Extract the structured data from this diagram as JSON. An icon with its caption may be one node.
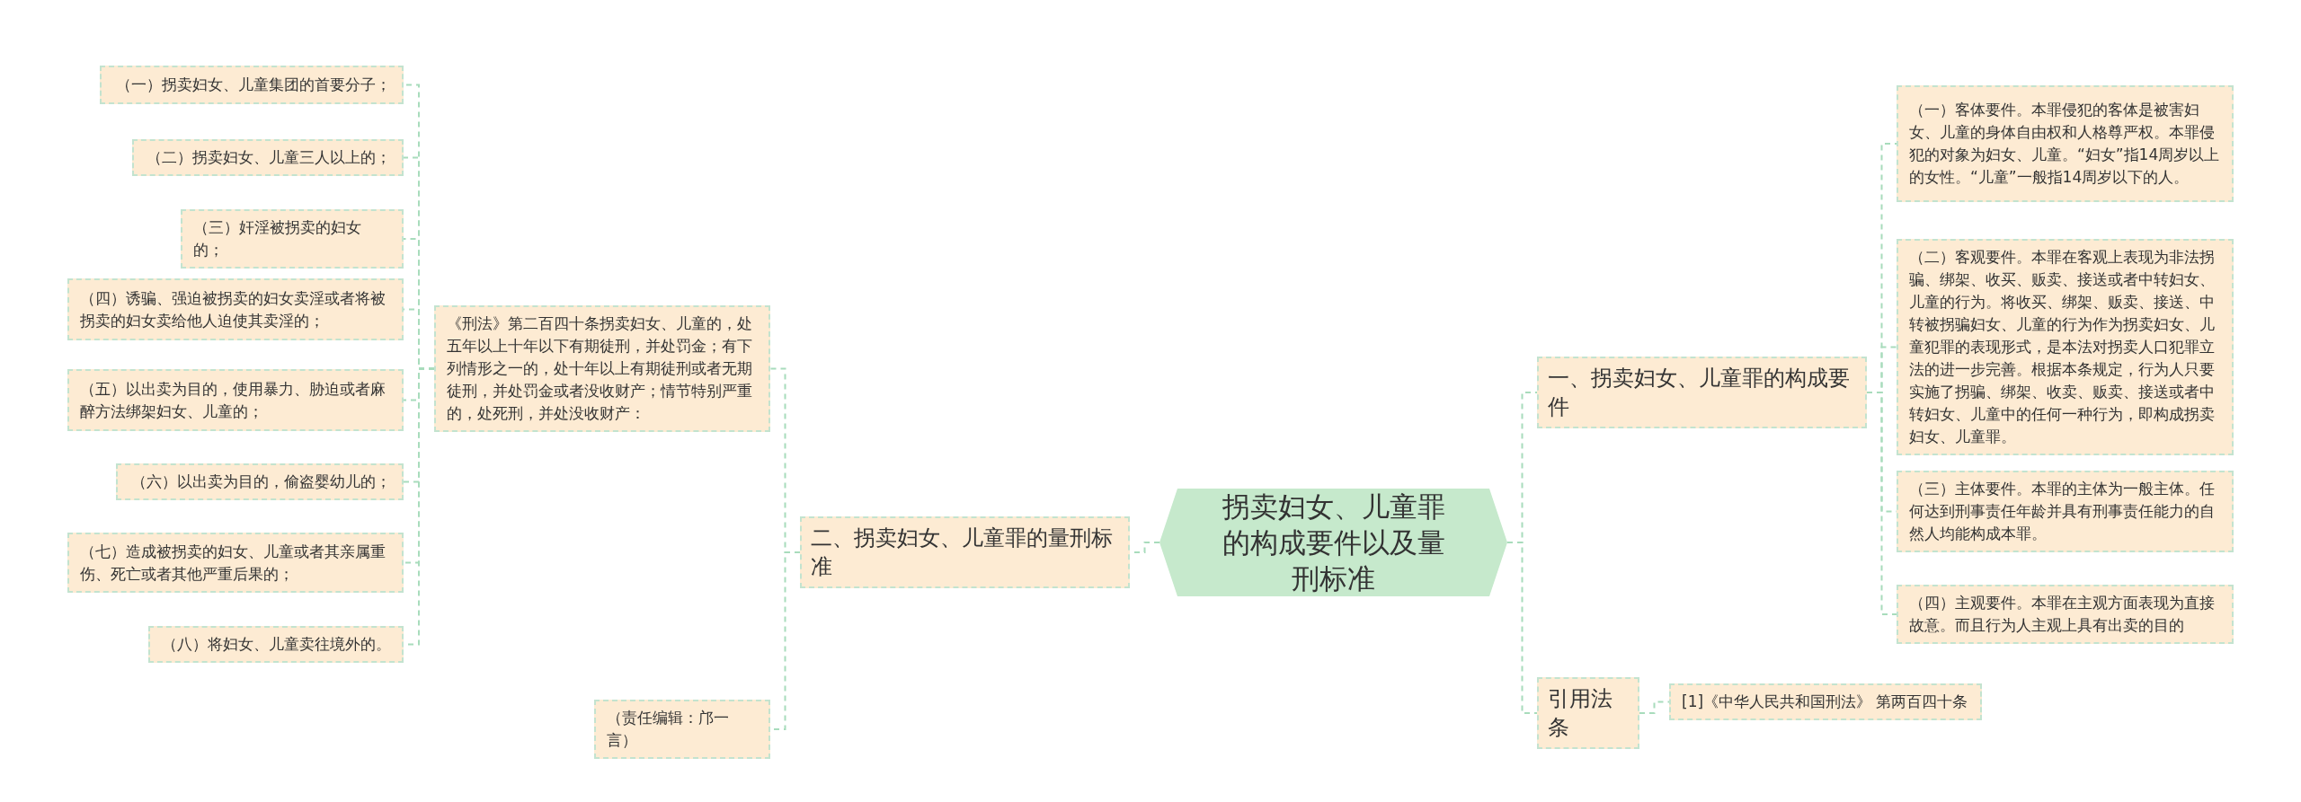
{
  "diagram": {
    "nodes": [
      {
        "text": [
          "拐卖妇女、儿童罪的构成要件以及量刑标准"
        ]
      },
      {
        "text": [
          "一、拐卖妇女、儿童罪的构成要件"
        ]
      },
      {
        "text": [
          "（一）客体要件。本罪侵犯的客体是被害妇女、儿童的身体自由权和人格尊严权。本罪侵犯的对象为妇女、儿童。“妇女”指14周岁以上的女性。“儿童”一般指14周岁以下的人。"
        ]
      },
      {
        "text": [
          "（二）客观要件。本罪在客观上表现为非法拐骗、绑架、收买、贩卖、接送或者中转妇女、儿童的行为。将收买、绑架、贩卖、接送、中转被拐骗妇女、儿童的行为作为拐卖妇女、儿童犯罪的表现形式，是本法对拐卖人口犯罪立法的进一步完善。根据本条规定，行为人只要实施了拐骗、绑架、收卖、贩卖、接送或者中转妇女、儿童中的任何一种行为，即构成拐卖妇女、儿童罪。"
        ]
      },
      {
        "text": [
          "（三）主体要件。本罪的主体为一般主体。任何达到刑事责任年龄并具有刑事责任能力的自然人均能构成本罪。"
        ]
      },
      {
        "text": [
          "（四）主观要件。本罪在主观方面表现为直接故意。而且行为人主观上具有出卖的目的"
        ]
      },
      {
        "text": [
          "引用法条"
        ]
      },
      {
        "text": [
          "[1]《中华人民共和国刑法》 第两百四十条"
        ]
      },
      {
        "text": [
          "二、拐卖妇女、儿童罪的量刑标准"
        ]
      },
      {
        "text": [
          "《刑法》第二百四十条拐卖妇女、儿童的，处五年以上十年以下有期徒刑，并处罚金；有下列情形之一的，处十年以上有期徒刑或者无期徒刑，并处罚金或者没收财产；情节特别严重的，处死刑，并处没收财产："
        ]
      },
      {
        "text": [
          "（一）拐卖妇女、儿童集团的首要分子；"
        ]
      },
      {
        "text": [
          "（二）拐卖妇女、儿童三人以上的；"
        ]
      },
      {
        "text": [
          "（三）奸淫被拐卖的妇女的；"
        ]
      },
      {
        "text": [
          "（四）诱骗、强迫被拐卖的妇女卖淫或者将被拐卖的妇女卖给他人迫使其卖淫的；"
        ]
      },
      {
        "text": [
          "（五）以出卖为目的，使用暴力、胁迫或者麻醉方法绑架妇女、儿童的；"
        ]
      },
      {
        "text": [
          "（六）以出卖为目的，偷盗婴幼儿的；"
        ]
      },
      {
        "text": [
          "（七）造成被拐卖的妇女、儿童或者其亲属重伤、死亡或者其他严重后果的；"
        ]
      },
      {
        "text": [
          "（八）将妇女、儿童卖往境外的。"
        ]
      },
      {
        "text": [
          "（责任编辑：邝一言）"
        ]
      }
    ],
    "edges": [
      {
        "from": 0,
        "to": 1,
        "arrow": "none"
      },
      {
        "from": 1,
        "to": 2,
        "arrow": "none"
      },
      {
        "from": 1,
        "to": 3,
        "arrow": "none"
      },
      {
        "from": 1,
        "to": 4,
        "arrow": "none"
      },
      {
        "from": 1,
        "to": 5,
        "arrow": "none"
      },
      {
        "from": 0,
        "to": 6,
        "arrow": "none"
      },
      {
        "from": 6,
        "to": 7,
        "arrow": "none"
      },
      {
        "from": 0,
        "to": 8,
        "arrow": "none"
      },
      {
        "from": 8,
        "to": 9,
        "arrow": "none"
      },
      {
        "from": 9,
        "to": 10,
        "arrow": "none"
      },
      {
        "from": 9,
        "to": 11,
        "arrow": "none"
      },
      {
        "from": 9,
        "to": 12,
        "arrow": "none"
      },
      {
        "from": 9,
        "to": 13,
        "arrow": "none"
      },
      {
        "from": 9,
        "to": 14,
        "arrow": "none"
      },
      {
        "from": 9,
        "to": 15,
        "arrow": "none"
      },
      {
        "from": 9,
        "to": 16,
        "arrow": "none"
      },
      {
        "from": 9,
        "to": 17,
        "arrow": "none"
      },
      {
        "from": 8,
        "to": 18,
        "arrow": "none"
      }
    ]
  }
}
